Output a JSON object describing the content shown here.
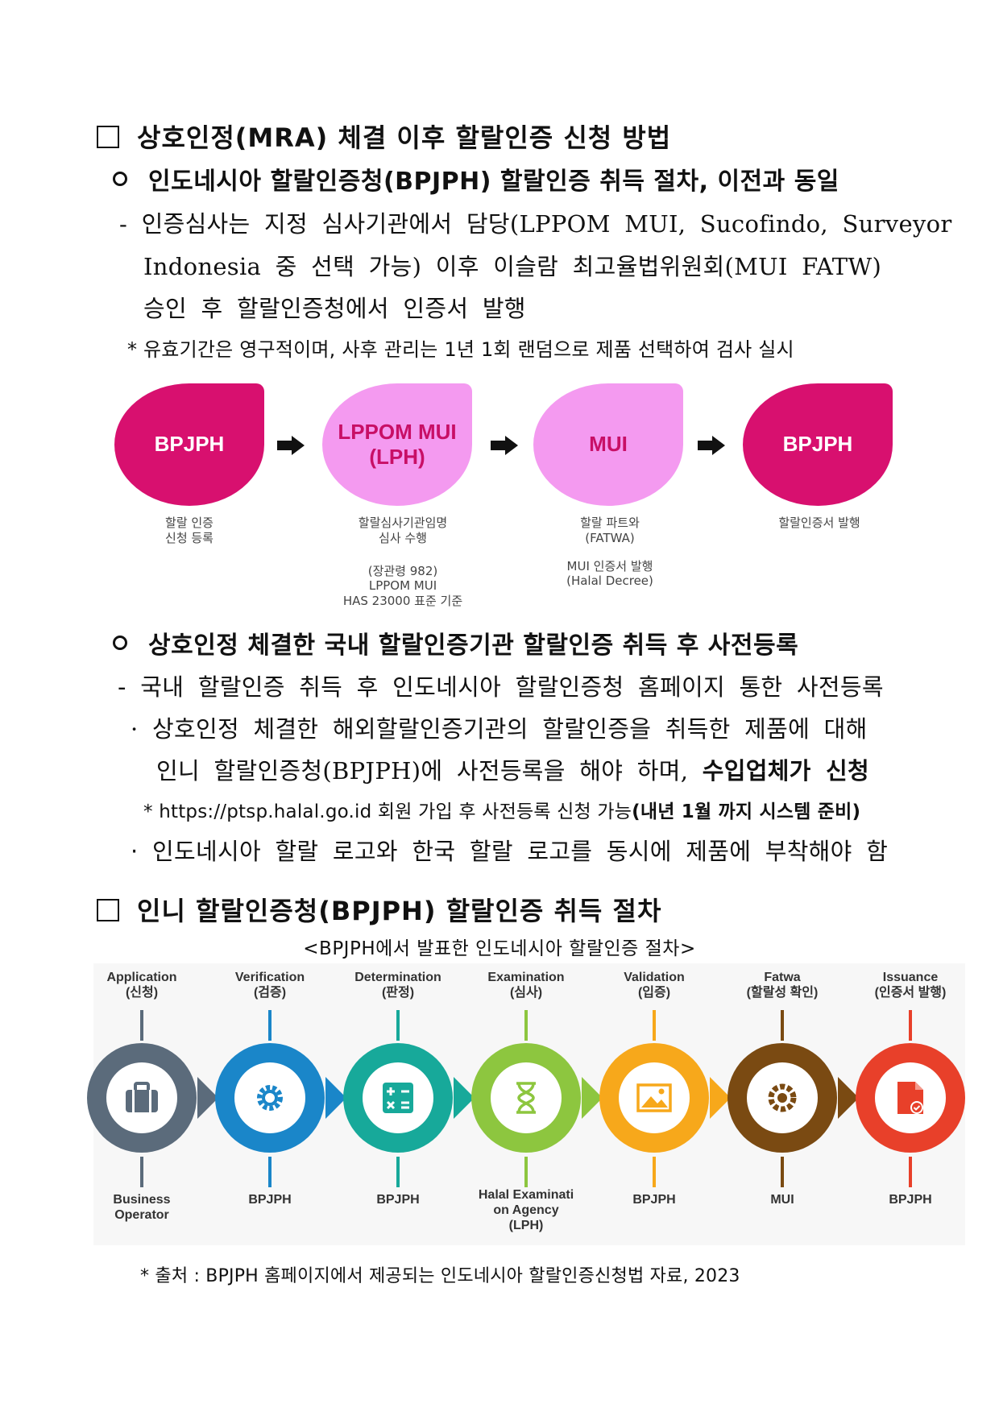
{
  "section1": {
    "title": "상호인정(MRA) 체결 이후 할랄인증 신청 방법",
    "sub1": "인도네시아 할랄인증청(BPJPH) 할랄인증 취득 절차, 이전과 동일",
    "dash1": {
      "line1": "- 인증심사는 지정 심사기관에서 담당(LPPOM MUI, Sucofindo, Surveyor",
      "line2": "Indonesia 중 선택 가능) 이후 이슬람 최고율법위원회(MUI FATW)",
      "line3": "승인 후 할랄인증청에서 인증서 발행"
    },
    "note1": "* 유효기간은 영구적이며, 사후 관리는 1년 1회 랜덤으로 제품 선택하여 검사 실시",
    "flow": {
      "steps": [
        {
          "label": "BPJPH",
          "caption1": "할랄 인증",
          "caption2": "신청 등록"
        },
        {
          "label": "LPPOM MUI\n(LPH)",
          "caption1": "할랄심사기관임명",
          "caption2": "심사 수행",
          "extra1": "(장관령 982)",
          "extra2": "LPPOM MUI",
          "extra3": "HAS 23000 표준 기준"
        },
        {
          "label": "MUI",
          "caption1": "할랄 파트와",
          "caption2": "(FATWA)",
          "extra1": "MUI 인증서 발행",
          "extra2": "(Halal Decree)"
        },
        {
          "label": "BPJPH",
          "caption1": "할랄인증서 발행"
        }
      ],
      "colors": {
        "dark": "#d8106f",
        "light": "#f49af0"
      }
    },
    "sub2": "상호인정 체결한 국내 할랄인증기관 할랄인증 취득 후 사전등록",
    "dash2": "- 국내 할랄인증 취득 후 인도네시아 할랄인증청 홈페이지 통한 사전등록",
    "bullet1": {
      "line1": "· 상호인정 체결한 해외할랄인증기관의 할랄인증을 취득한 제품에 대해",
      "line2": "인니 할랄인증청(BPJPH)에 사전등록을 해야 하며,",
      "line2_bold": "수입업체가 신청"
    },
    "note2": {
      "text": "* https://ptsp.halal.go.id 회원 가입 후 사전등록 신청 가능",
      "bold": "(내년 1월 까지 시스템 준비)"
    },
    "bullet2": "· 인도네시아 할랄 로고와 한국 할랄 로고를 동시에 제품에 부착해야 함"
  },
  "section2": {
    "title": "인니 할랄인증청(BPJPH) 할랄인증 취득 절차",
    "caption": "<BPJPH에서 발표한 인도네시아 할랄인증 절차>",
    "process": [
      {
        "top1": "Application",
        "top2": "(신청)",
        "bottom": "Business\nOperator",
        "color": "#5b6b7b",
        "icon": "briefcase-icon"
      },
      {
        "top1": "Verification",
        "top2": "(검증)",
        "bottom": "BPJPH",
        "color": "#1a86c9",
        "icon": "gear-icon"
      },
      {
        "top1": "Determination",
        "top2": "(판정)",
        "bottom": "BPJPH",
        "color": "#17a99a",
        "icon": "calculator-icon"
      },
      {
        "top1": "Examination",
        "top2": "(심사)",
        "bottom": "Halal Examinati\non Agency\n(LPH)",
        "color": "#8dc63f",
        "icon": "hourglass-icon"
      },
      {
        "top1": "Validation",
        "top2": "(입증)",
        "bottom": "BPJPH",
        "color": "#f7a81b",
        "icon": "image-icon"
      },
      {
        "top1": "Fatwa",
        "top2": "(할랄성 확인)",
        "bottom": "MUI",
        "color": "#7a4a12",
        "icon": "cog-icon"
      },
      {
        "top1": "Issuance",
        "top2": "(인증서 발행)",
        "bottom": "BPJPH",
        "color": "#e8402a",
        "icon": "certificate-icon"
      }
    ],
    "source": "* 출처 : BPJPH 홈페이지에서 제공되는 인도네시아 할랄인증신청법 자료, 2023"
  }
}
